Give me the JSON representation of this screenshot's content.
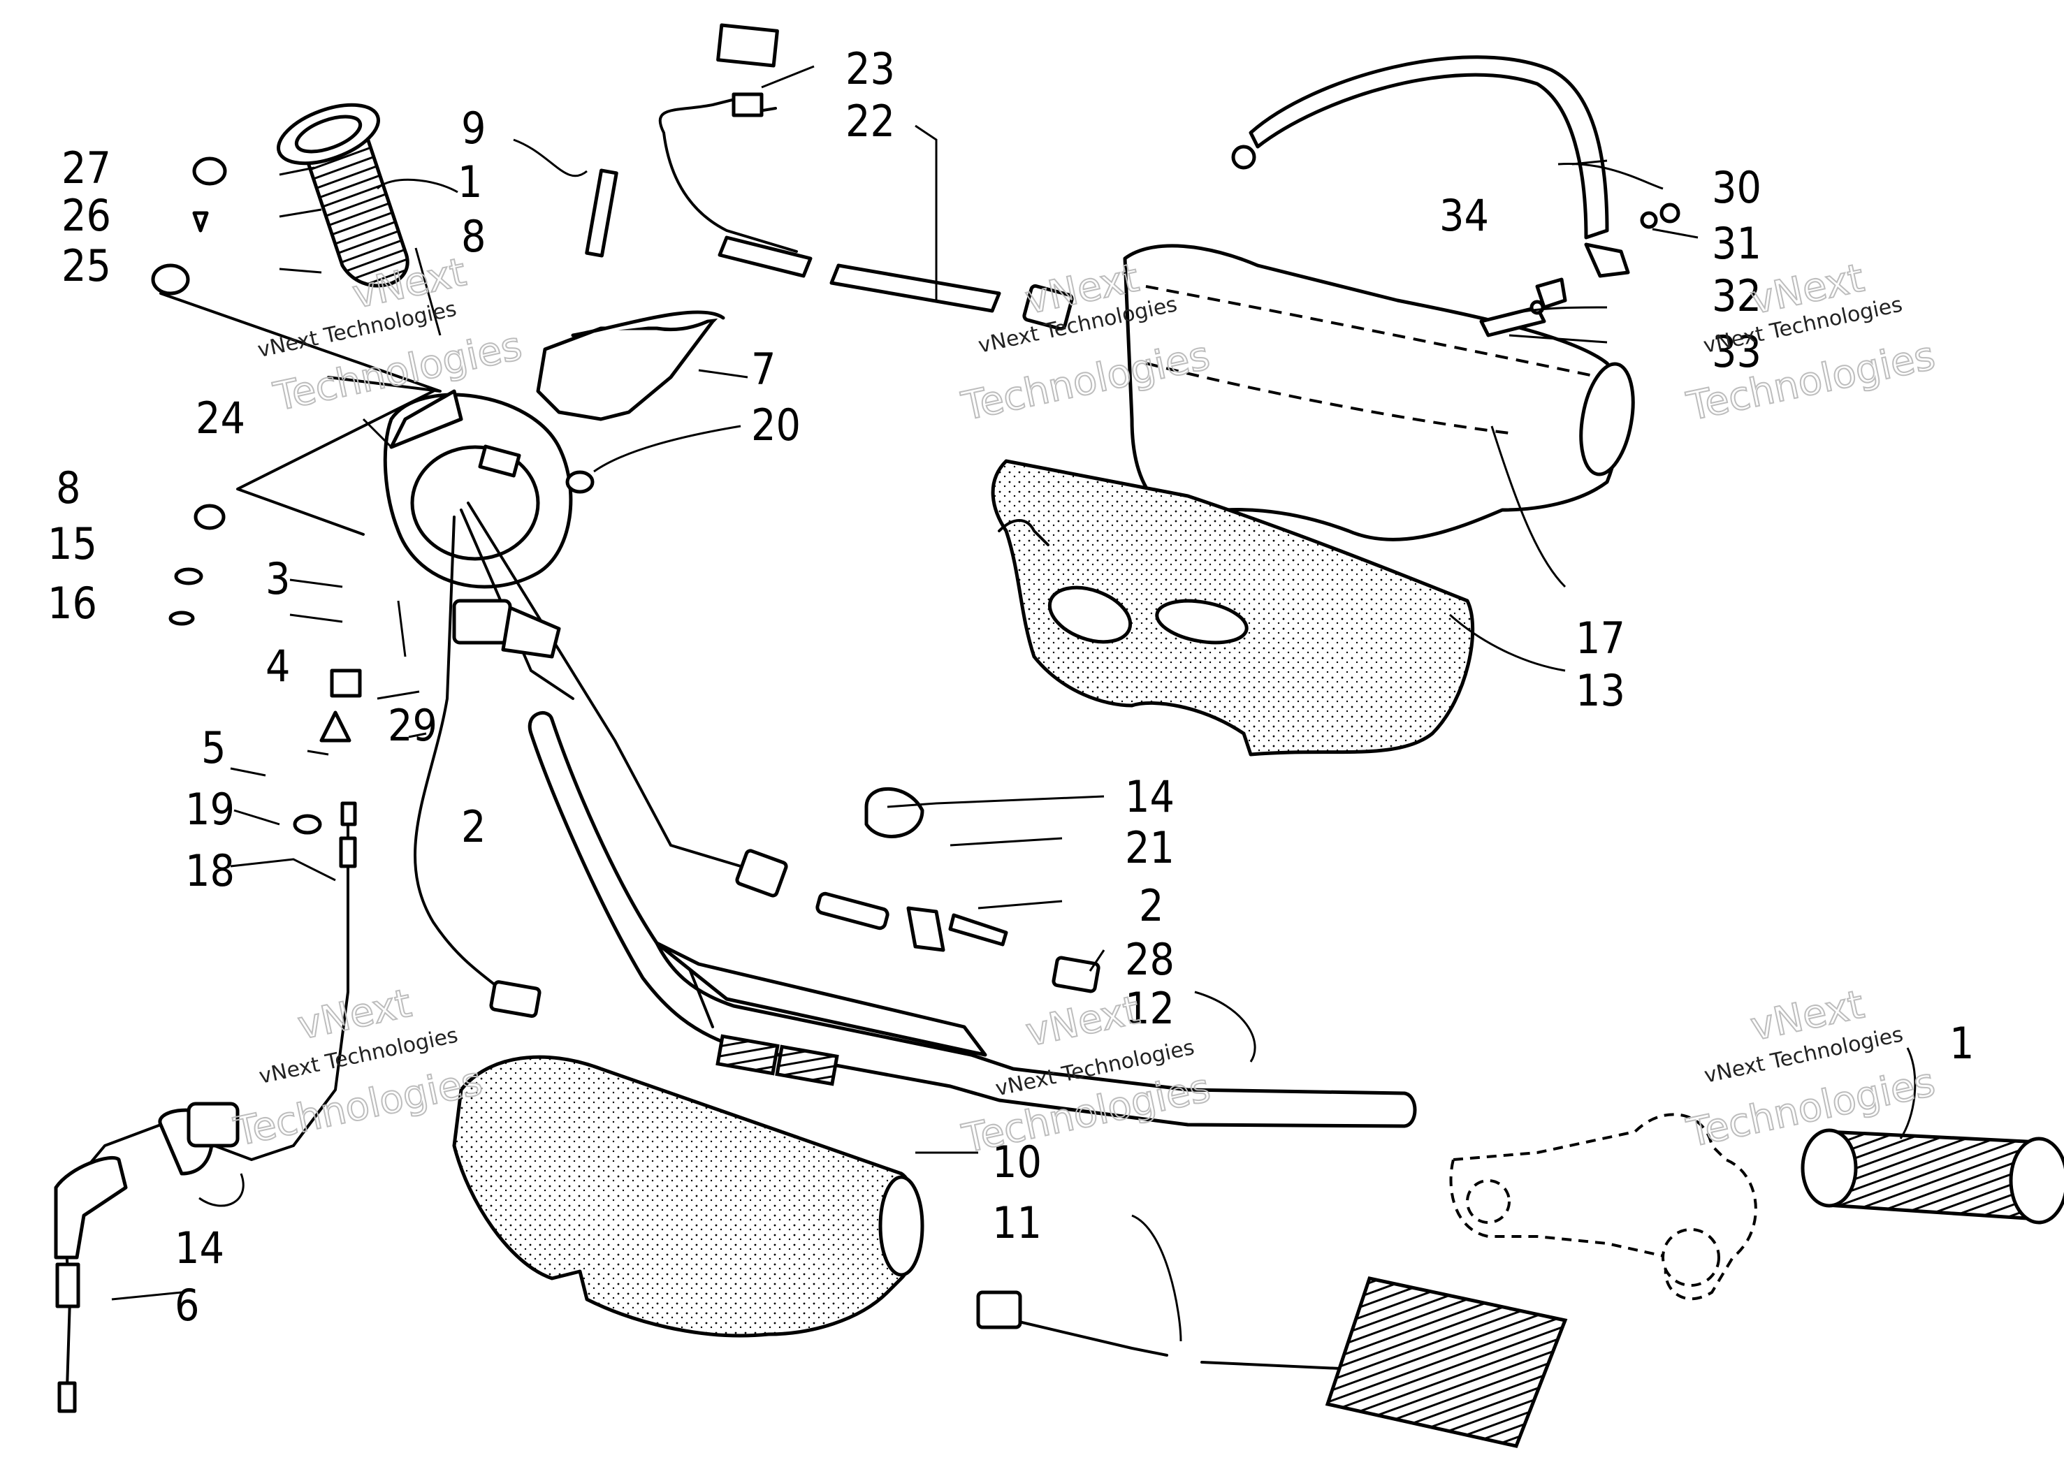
{
  "watermark": {
    "line1": "vNext Technologies",
    "line2a": "vNext",
    "line2b": "Technologies"
  },
  "callouts": {
    "c1a": "1",
    "c1b": "1",
    "c2a": "2",
    "c2b": "2",
    "c3": "3",
    "c4": "4",
    "c5": "5",
    "c6": "6",
    "c7": "7",
    "c8a": "8",
    "c8b": "8",
    "c9": "9",
    "c10": "10",
    "c11": "11",
    "c12": "12",
    "c13": "13",
    "c14a": "14",
    "c14b": "14",
    "c15": "15",
    "c16": "16",
    "c17": "17",
    "c18": "18",
    "c19": "19",
    "c20": "20",
    "c21": "21",
    "c22": "22",
    "c23": "23",
    "c24": "24",
    "c25": "25",
    "c26": "26",
    "c27": "27",
    "c28": "28",
    "c29": "29",
    "c30": "30",
    "c31": "31",
    "c32": "32",
    "c33": "33",
    "c34": "34"
  }
}
